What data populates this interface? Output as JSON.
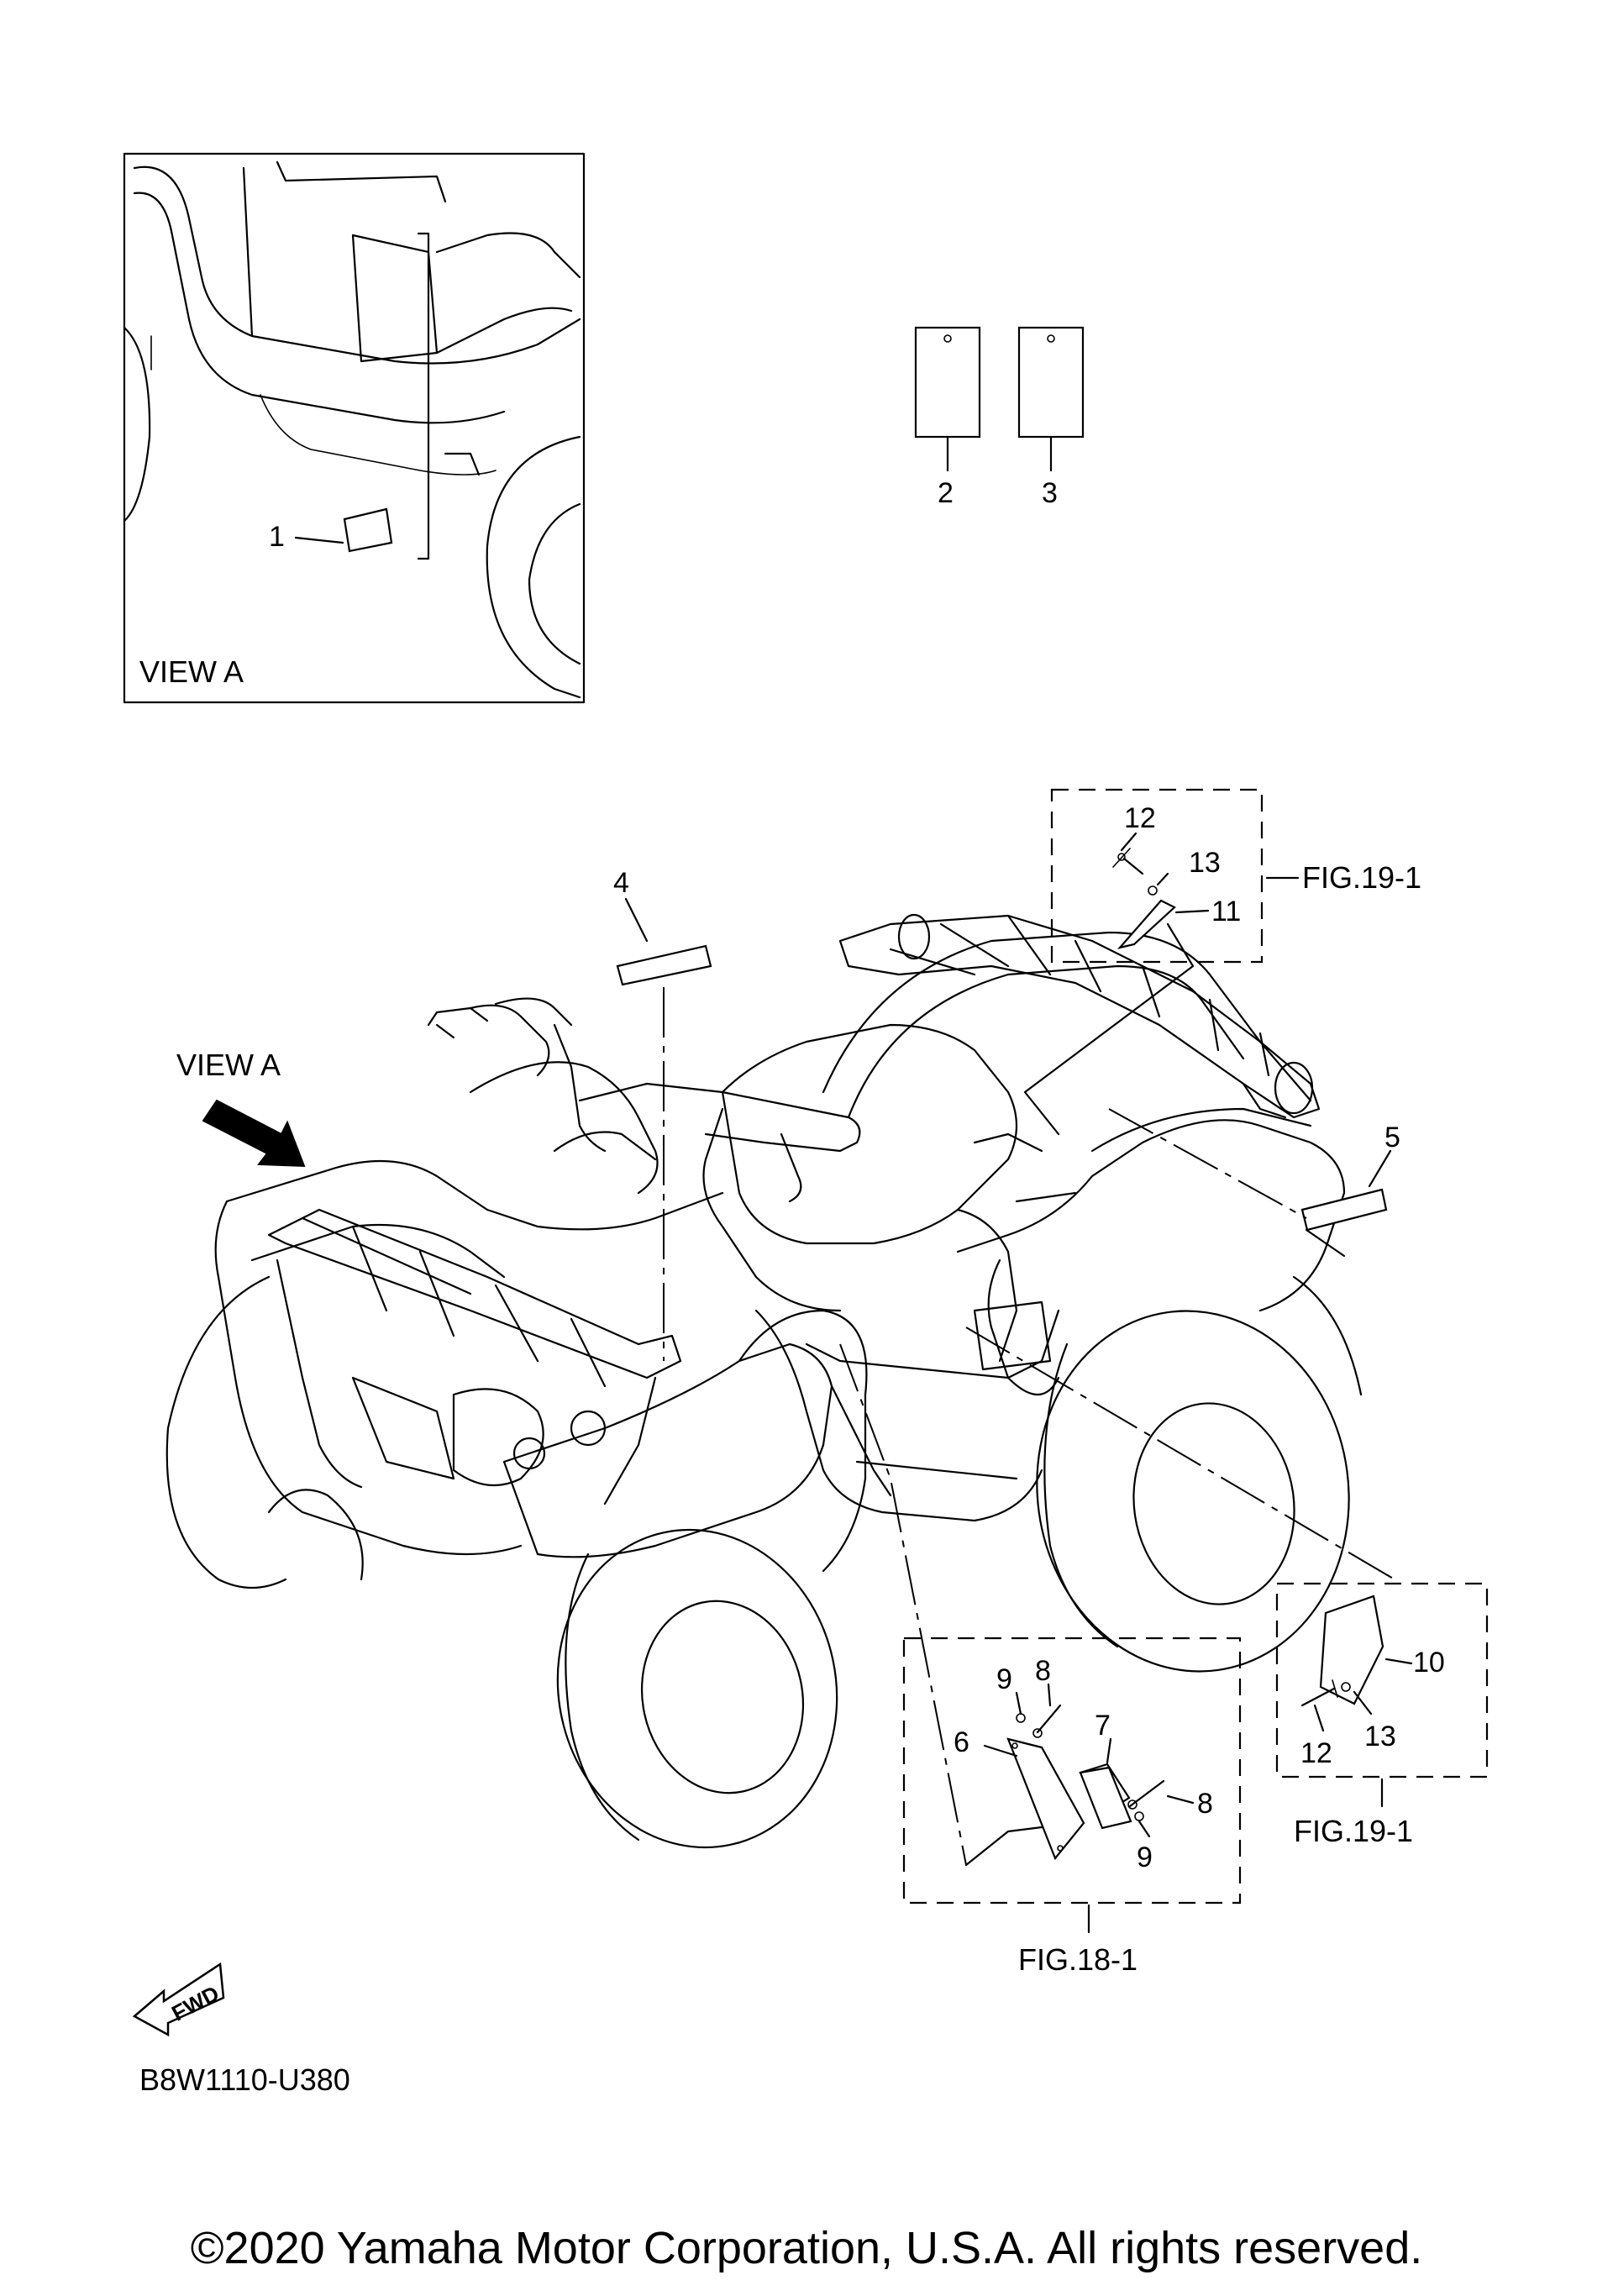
{
  "inset": {
    "label": "VIEW A",
    "callout": "1"
  },
  "tags": [
    {
      "callout": "2"
    },
    {
      "callout": "3"
    }
  ],
  "main": {
    "view_arrow_label": "VIEW A",
    "callouts": {
      "c4": "4",
      "c5": "5"
    }
  },
  "fig19_top": {
    "label": "FIG.19-1",
    "callouts": {
      "screw": "12",
      "washer": "13",
      "plate": "11"
    }
  },
  "fig19_right": {
    "label": "FIG.19-1",
    "callouts": {
      "plate": "10",
      "screw": "12",
      "washer": "13"
    }
  },
  "fig18": {
    "label": "FIG.18-1",
    "callouts": {
      "washer_a": "9",
      "screw_a": "8",
      "plate_a": "6",
      "plate_b": "7",
      "screw_b": "8",
      "washer_b": "9"
    }
  },
  "fwd_badge": "FWD",
  "diagram_code": "B8W1110-U380",
  "copyright": "©2020 Yamaha Motor Corporation, U.S.A. All rights reserved."
}
